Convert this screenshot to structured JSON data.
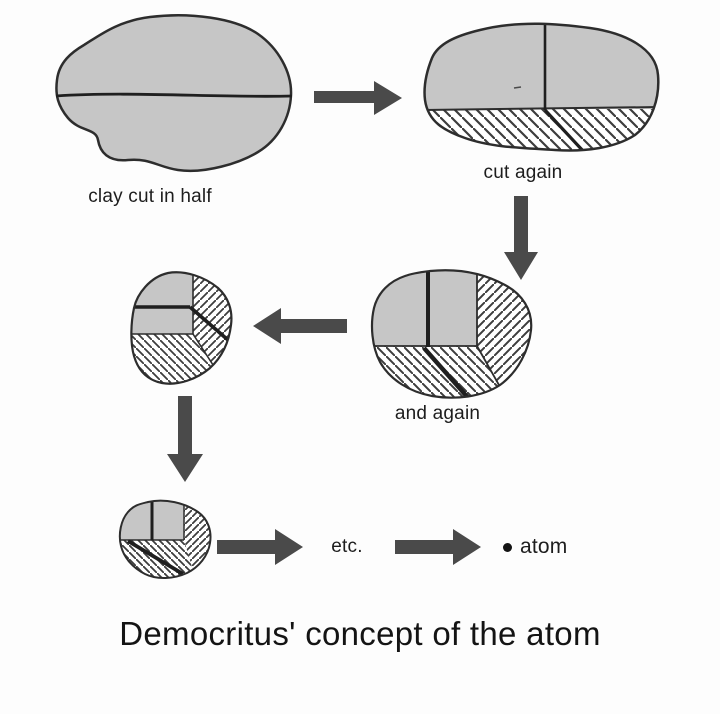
{
  "title": "Democritus' concept of the atom",
  "steps": {
    "step1_label": "clay cut in half",
    "step2_label": "cut again",
    "step3_label": "and again",
    "etc_label": "etc.",
    "atom_label": "atom"
  },
  "icons": {
    "arrows": [
      "right-arrow",
      "down-arrow",
      "left-arrow",
      "down-arrow",
      "right-arrow",
      "right-arrow"
    ],
    "atom_dot": "filled-circle"
  },
  "colors": {
    "background": "#fdfdfd",
    "clay_fill": "#c6c6c6",
    "outline": "#2d2d2d",
    "hatch_line": "#3d3d3d",
    "cut_line": "#1f1f1f",
    "arrow": "#4a4a4a",
    "text": "#1c1c1c"
  }
}
